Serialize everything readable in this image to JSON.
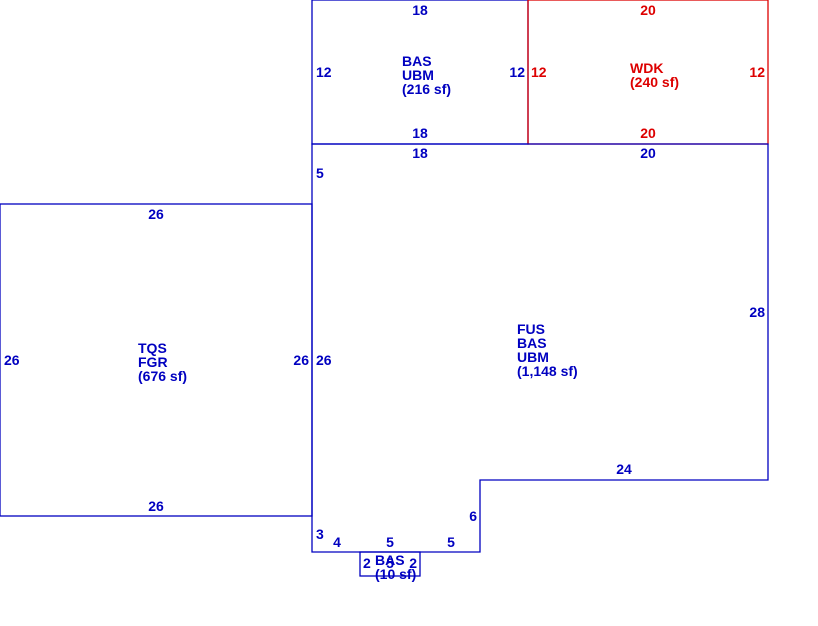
{
  "colors": {
    "blue": "#0000C0",
    "red": "#DD0000",
    "background": "#FFFFFF"
  },
  "areas": [
    {
      "id": "bas-ubm-top",
      "color": "red_no",
      "lines": [
        "BAS",
        "UBM",
        "(216 sf)"
      ],
      "sides": {
        "top": "18",
        "bottom": "18",
        "left": "12",
        "right": "12"
      }
    },
    {
      "id": "wdk",
      "lines": [
        "WDK",
        "(240 sf)"
      ],
      "sides": {
        "top": "20",
        "bottom": "20",
        "left": "12",
        "right": "12"
      }
    },
    {
      "id": "tqs-fgr",
      "lines": [
        "TQS",
        "FGR",
        "(676 sf)"
      ],
      "sides": {
        "top": "26",
        "bottom": "26",
        "left": "26",
        "right": "26"
      }
    },
    {
      "id": "fus-bas-ubm",
      "lines": [
        "FUS",
        "BAS",
        "UBM",
        "(1,148 sf)"
      ],
      "sides": {
        "top_left": "18",
        "top_right": "20",
        "left_upper": "5",
        "left_lower": "26",
        "right": "28",
        "step_top": "24",
        "step_side": "6",
        "bottom_left": "3",
        "bottom_a": "4",
        "bottom_b": "5",
        "bottom_c": "5"
      }
    },
    {
      "id": "bas-small",
      "lines": [
        "BAS",
        "(10 sf)"
      ],
      "sides": {
        "left": "2",
        "mid": "5",
        "right": "2"
      }
    }
  ]
}
